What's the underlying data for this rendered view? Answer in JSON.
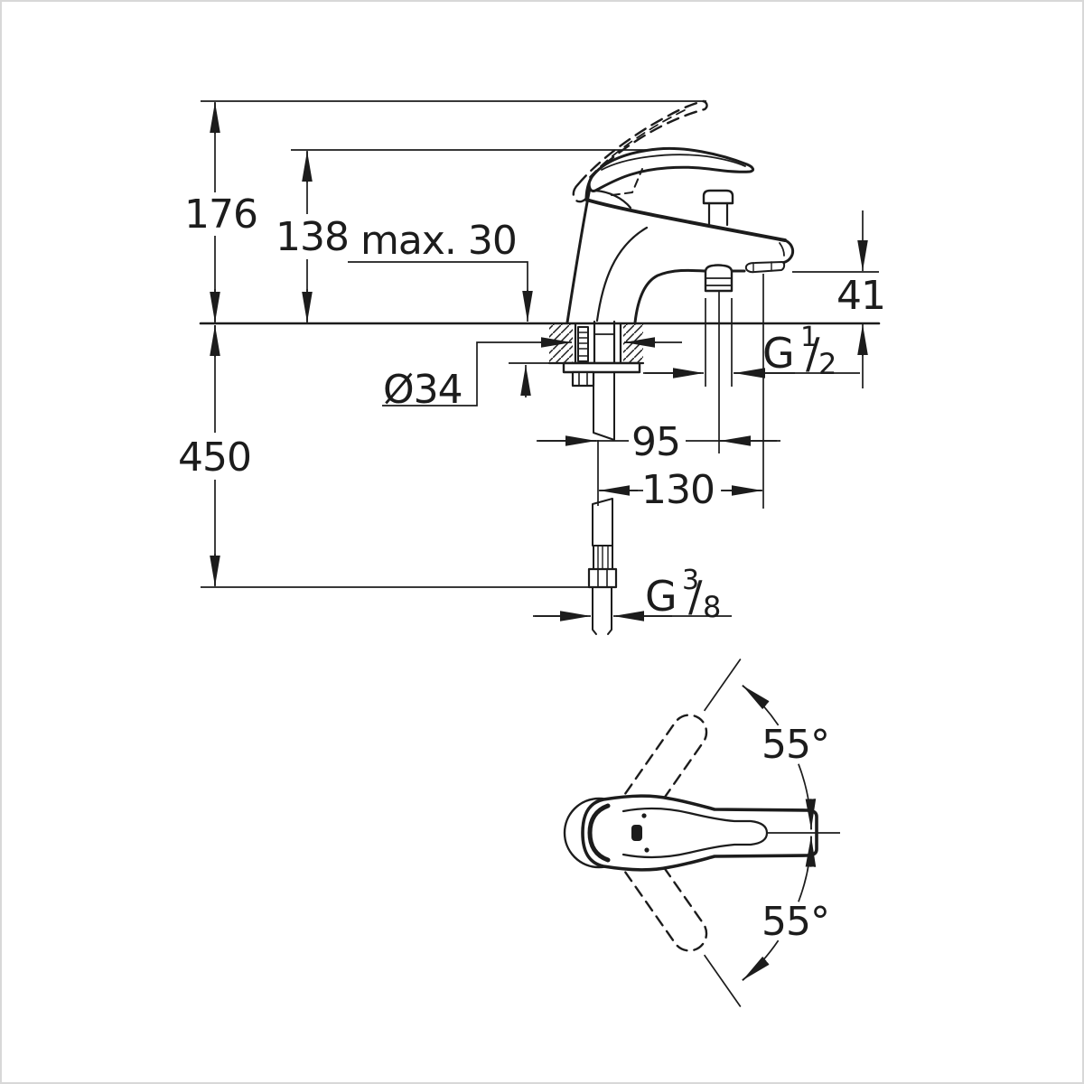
{
  "colors": {
    "background": "#ffffff",
    "line": "#1c1c1c",
    "frame": "#d8d8d8"
  },
  "dimensions": {
    "height_total": "176",
    "height_handle": "138",
    "deck_thickness": "max. 30",
    "spout_drop": "41",
    "hole_diameter": "Ø34",
    "hose_length": "450",
    "shower_outlet_offset": "95",
    "spout_reach": "130",
    "swivel_up": "55°",
    "swivel_down": "55°"
  },
  "threads": {
    "shower_hose": {
      "letter": "G",
      "numerator": "1",
      "slash": "/",
      "denominator": "2"
    },
    "supply": {
      "letter": "G",
      "numerator": "3",
      "slash": "/",
      "denominator": "8"
    }
  }
}
